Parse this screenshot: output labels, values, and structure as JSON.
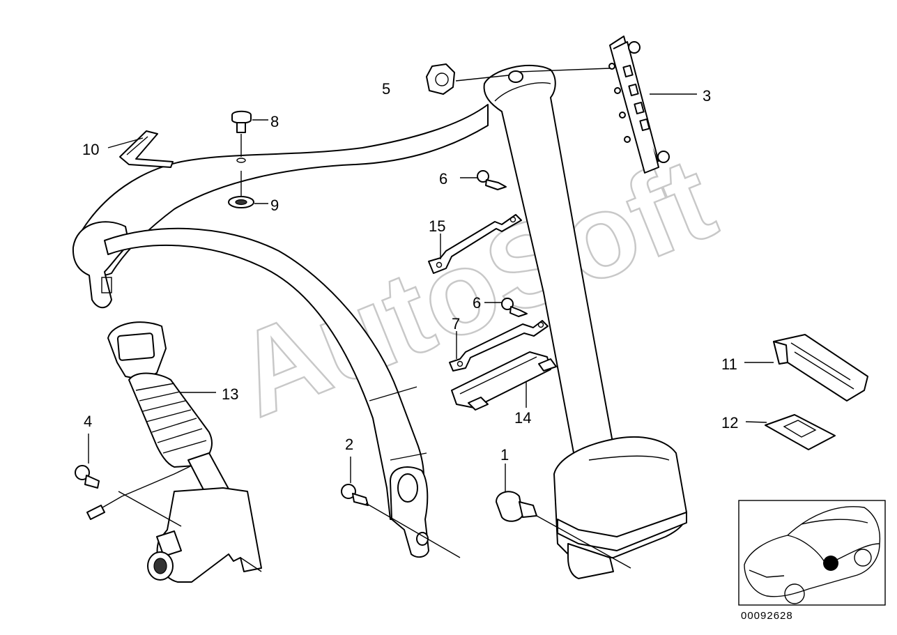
{
  "watermark": "AutoSoft",
  "diagram_code": "00092628",
  "callouts": [
    {
      "id": "c1",
      "label": "1"
    },
    {
      "id": "c2",
      "label": "2"
    },
    {
      "id": "c3",
      "label": "3"
    },
    {
      "id": "c4",
      "label": "4"
    },
    {
      "id": "c5",
      "label": "5"
    },
    {
      "id": "c6a",
      "label": "6"
    },
    {
      "id": "c6b",
      "label": "6"
    },
    {
      "id": "c7",
      "label": "7"
    },
    {
      "id": "c8",
      "label": "8"
    },
    {
      "id": "c9",
      "label": "9"
    },
    {
      "id": "c10",
      "label": "10"
    },
    {
      "id": "c11",
      "label": "11"
    },
    {
      "id": "c12",
      "label": "12"
    },
    {
      "id": "c13",
      "label": "13"
    },
    {
      "id": "c14",
      "label": "14"
    },
    {
      "id": "c15",
      "label": "15"
    }
  ]
}
